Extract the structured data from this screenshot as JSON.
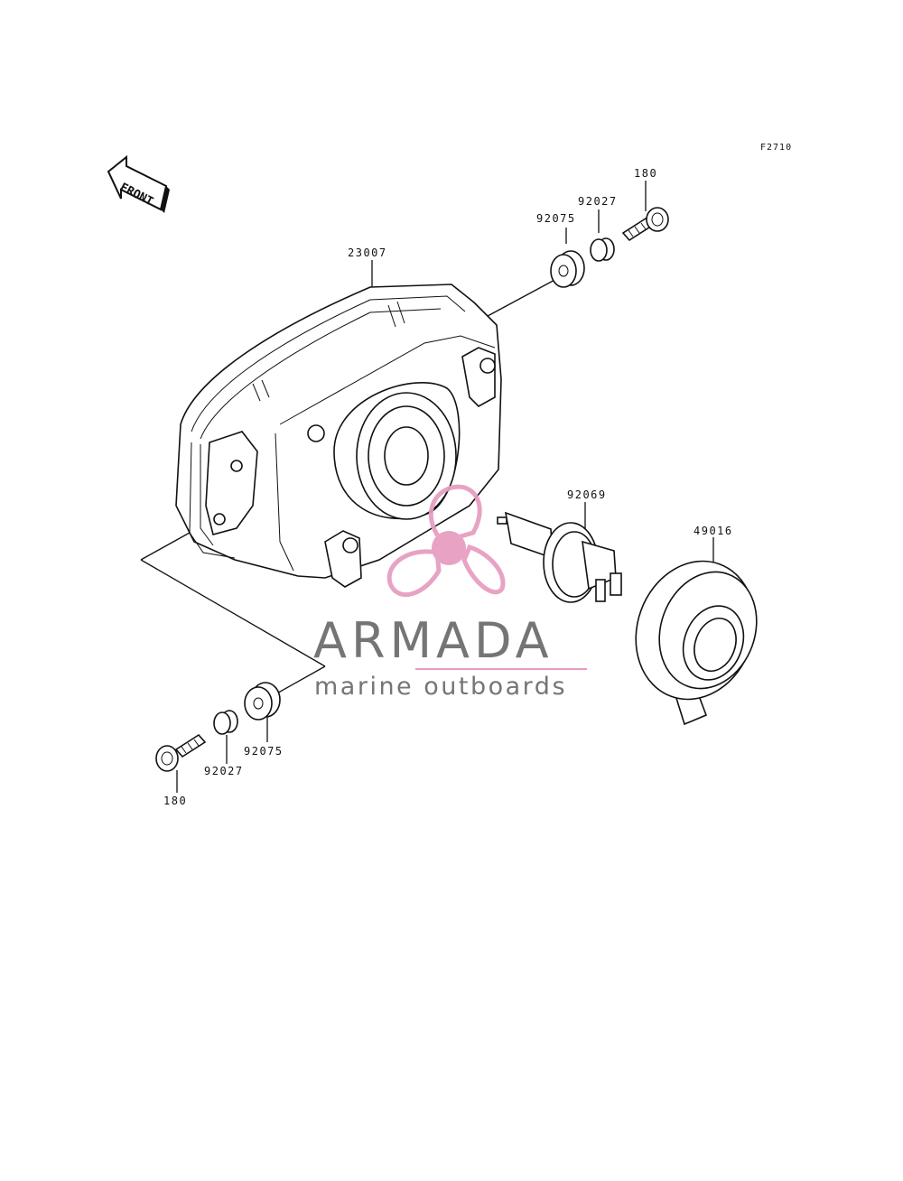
{
  "figure_ref": "F2710",
  "front_arrow": {
    "text": "FRONT",
    "icon": "front-arrow-icon"
  },
  "parts": {
    "headlight_housing": "23007",
    "grommet_top": "92075",
    "collar_top": "92027",
    "bolt_top": "180",
    "bulb_socket": "92069",
    "cover_ring": "49016",
    "grommet_bottom": "92075",
    "collar_bottom": "92027",
    "bolt_bottom": "180"
  },
  "watermark": {
    "title": "ARMADA",
    "subtitle": "marine outboards",
    "icon": "propeller-logo-icon",
    "accent_color": "#e79bc0",
    "text_color": "#757575"
  }
}
